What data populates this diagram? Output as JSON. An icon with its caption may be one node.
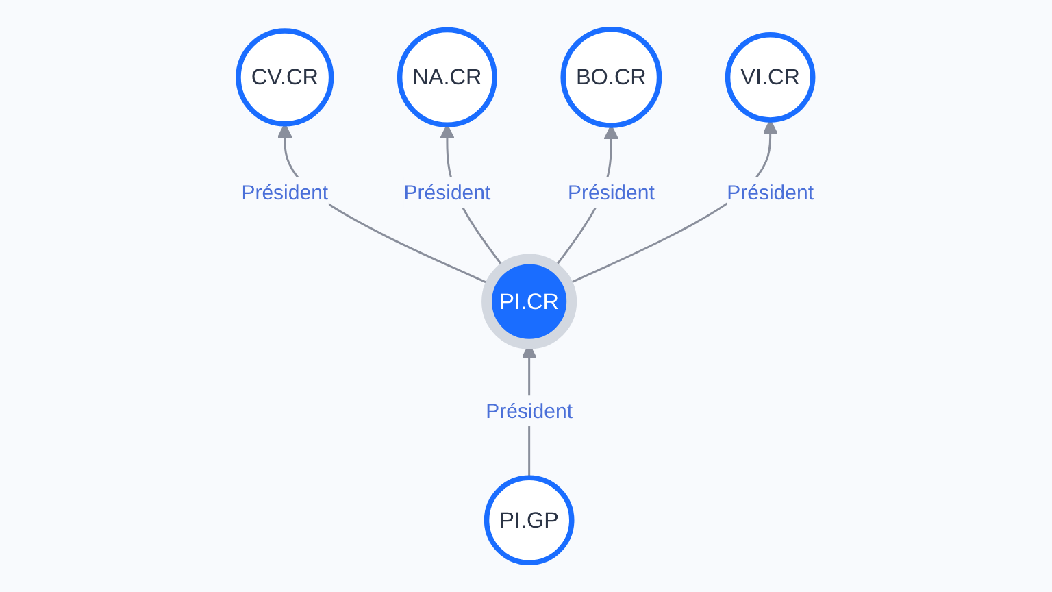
{
  "diagram": {
    "nodes": [
      {
        "text": [
          "CV.CR"
        ]
      },
      {
        "text": [
          "NA.CR"
        ]
      },
      {
        "text": [
          "PI.CR"
        ]
      },
      {
        "text": [
          "BO.CR"
        ]
      },
      {
        "text": [
          "VI.CR"
        ]
      },
      {
        "text": [
          "PI.GP"
        ]
      }
    ],
    "edges": [
      {
        "from": 2,
        "to": 0,
        "label": "Président",
        "arrow": "to"
      },
      {
        "from": 2,
        "to": 1,
        "label": "Président",
        "arrow": "to"
      },
      {
        "from": 2,
        "to": 3,
        "label": "Président",
        "arrow": "to"
      },
      {
        "from": 2,
        "to": 4,
        "label": "Président",
        "arrow": "to"
      },
      {
        "from": 5,
        "to": 2,
        "label": "Président",
        "arrow": "to"
      }
    ]
  }
}
